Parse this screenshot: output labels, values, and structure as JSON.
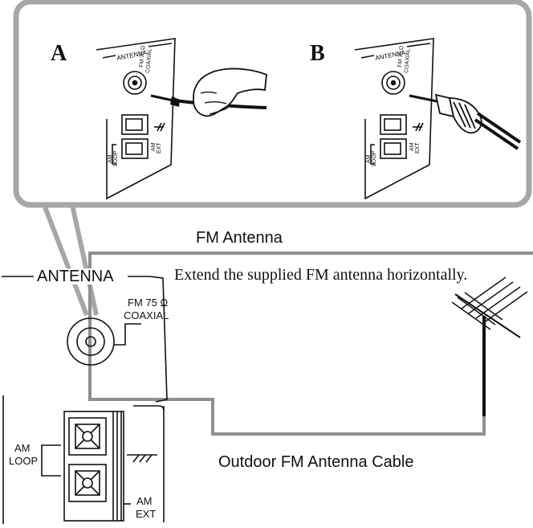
{
  "diagram": {
    "panel_a_label": "A",
    "panel_b_label": "B",
    "fm_antenna_label": "FM Antenna",
    "instruction": "Extend the supplied FM antenna horizontally.",
    "outdoor_cable_label": "Outdoor FM Antenna Cable",
    "antenna_section_label": "ANTENNA",
    "fm_label_line1": "FM 75 Ω",
    "fm_label_line2": "COAXIAL",
    "am_loop_line1": "AM",
    "am_loop_line2": "LOOP",
    "am_ext_line1": "AM",
    "am_ext_line2": "EXT",
    "panel_antenna_small": "ANTENNA",
    "panel_fm_small_1": "FM 75 Ω",
    "panel_fm_small_2": "COAXIAL",
    "panel_am_loop_small_1": "AM",
    "panel_am_loop_small_2": "LOOP",
    "panel_am_ext_small_1": "AM",
    "panel_am_ext_small_2": "EXT"
  },
  "colors": {
    "callout_gray": "#a7a7a7",
    "line_dark": "#111111",
    "line_gray": "#8f8f8f",
    "white": "#ffffff"
  }
}
